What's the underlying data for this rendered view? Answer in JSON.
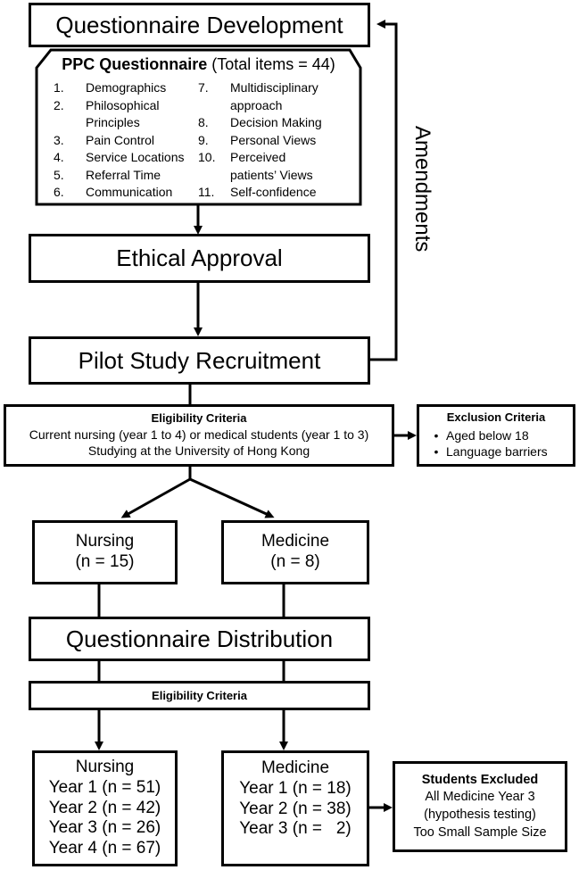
{
  "boxes": {
    "questionnaire_development": "Questionnaire Development",
    "ppc": {
      "title_bold": "PPC Questionnaire",
      "title_rest": " (Total items = 44)",
      "left_items": [
        {
          "num": "1.",
          "lines": [
            "Demographics"
          ]
        },
        {
          "num": "2.",
          "lines": [
            "Philosophical",
            "Principles"
          ]
        },
        {
          "num": "3.",
          "lines": [
            "Pain Control"
          ]
        },
        {
          "num": "4.",
          "lines": [
            "Service Locations"
          ]
        },
        {
          "num": "5.",
          "lines": [
            "Referral Time"
          ]
        },
        {
          "num": "6.",
          "lines": [
            "Communication"
          ]
        }
      ],
      "right_items": [
        {
          "num": "7.",
          "lines": [
            "Multidisciplinary",
            "approach"
          ]
        },
        {
          "num": "8.",
          "lines": [
            "Decision Making"
          ]
        },
        {
          "num": "9.",
          "lines": [
            "Personal Views"
          ]
        },
        {
          "num": "10.",
          "lines": [
            "Perceived",
            "patients’ Views"
          ]
        },
        {
          "num": "11.",
          "lines": [
            "Self-confidence"
          ]
        }
      ]
    },
    "ethical_approval": "Ethical Approval",
    "pilot_study": "Pilot Study Recruitment",
    "amendments": "Amendments",
    "eligibility": {
      "title": "Eligibility Criteria",
      "line1": "Current nursing (year 1 to 4) or medical students (year 1 to 3)",
      "line2": "Studying at the University of Hong Kong"
    },
    "exclusion": {
      "title": "Exclusion Criteria",
      "items": [
        "Aged below 18",
        "Language barriers"
      ]
    },
    "pilot_nursing": {
      "label": "Nursing",
      "n": "(n = 15)"
    },
    "pilot_medicine": {
      "label": "Medicine",
      "n": "(n = 8)"
    },
    "distribution": "Questionnaire Distribution",
    "eligibility2": "Eligibility Criteria",
    "nursing": {
      "label": "Nursing",
      "years": [
        "Year 1 (n = 51)",
        "Year 2 (n = 42)",
        "Year 3 (n = 26)",
        "Year 4 (n = 67)"
      ]
    },
    "medicine": {
      "label": "Medicine",
      "years": [
        "Year 1 (n = 18)",
        "Year 2 (n = 38)",
        "Year 3 (n =   2)"
      ]
    },
    "excluded": {
      "title": "Students Excluded",
      "lines": [
        "All Medicine Year 3",
        "(hypothesis testing)",
        "Too Small Sample Size"
      ]
    }
  }
}
